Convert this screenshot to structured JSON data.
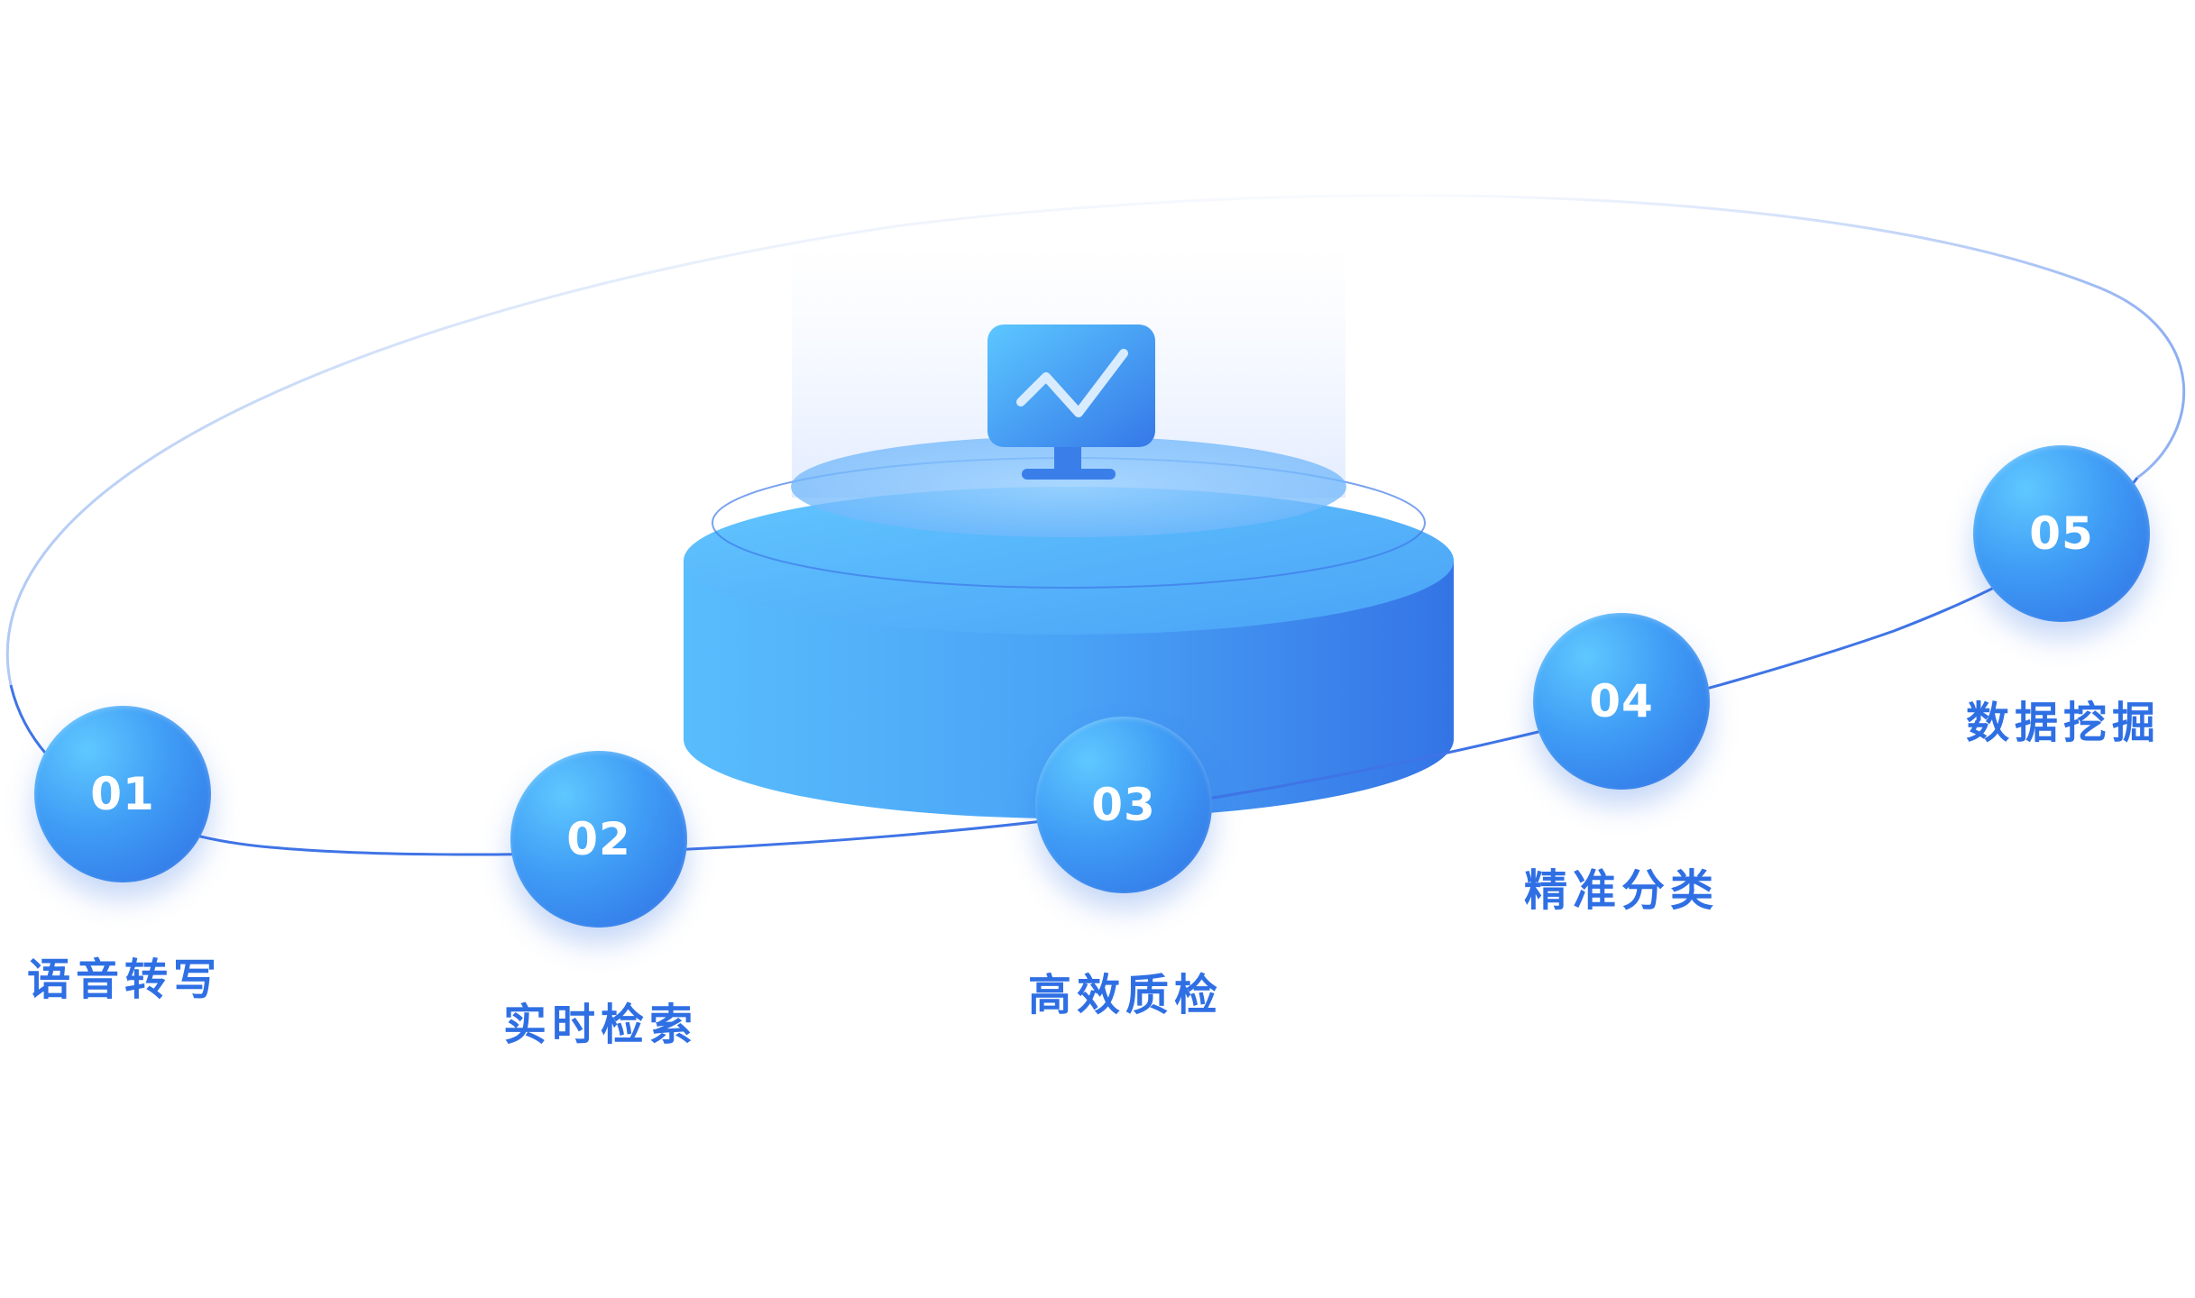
{
  "colors": {
    "primary": "#2f6fe4",
    "accent_light": "#5fc8ff",
    "orbit": "#4a7ff0"
  },
  "center_icon": "monitor-chart-icon",
  "steps": [
    {
      "number": "01",
      "label": "语音转写"
    },
    {
      "number": "02",
      "label": "实时检索"
    },
    {
      "number": "03",
      "label": "高效质检"
    },
    {
      "number": "04",
      "label": "精准分类"
    },
    {
      "number": "05",
      "label": "数据挖掘"
    }
  ]
}
